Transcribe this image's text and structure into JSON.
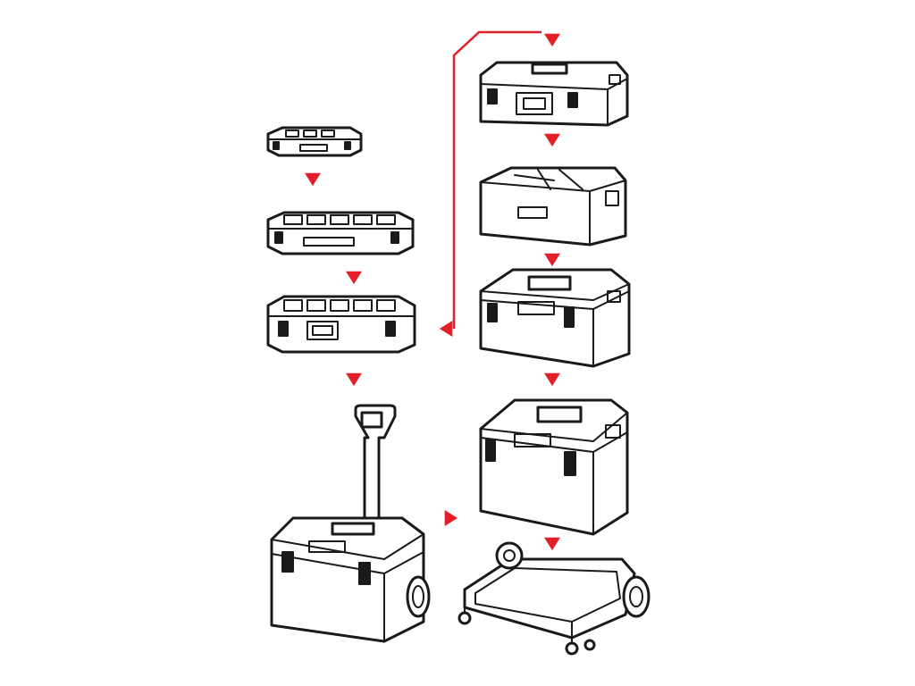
{
  "colors": {
    "arrow": "#e3202a",
    "line": "#1a1a1a",
    "background": "#ffffff"
  },
  "diagram": {
    "type": "modular-toolbox-stacking-system",
    "left_column": [
      {
        "id": "small-organizer",
        "icon": "small-organizer-tray"
      },
      {
        "id": "medium-organizer",
        "icon": "medium-organizer-tray"
      },
      {
        "id": "large-organizer",
        "icon": "large-organizer-tray"
      },
      {
        "id": "trolley-toolbox",
        "icon": "rolling-toolbox-with-handle"
      }
    ],
    "right_column": [
      {
        "id": "shallow-toolbox",
        "icon": "shallow-toolbox"
      },
      {
        "id": "open-tote-box",
        "icon": "open-tote-box"
      },
      {
        "id": "medium-toolbox",
        "icon": "medium-toolbox"
      },
      {
        "id": "tall-toolbox",
        "icon": "tall-toolbox"
      },
      {
        "id": "transport-cart",
        "icon": "wheeled-transport-platform"
      }
    ],
    "arrows": [
      "down",
      "down",
      "down",
      "down",
      "down",
      "down",
      "down",
      "down",
      "right",
      "left"
    ]
  }
}
